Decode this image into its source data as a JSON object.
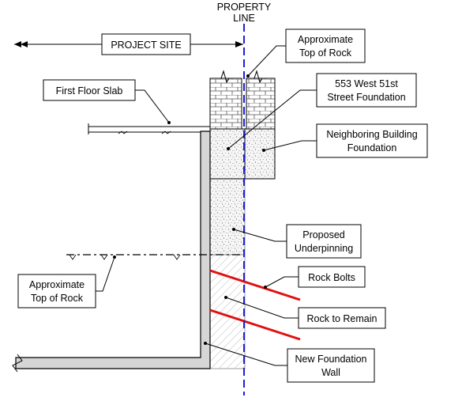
{
  "property_line": {
    "line1": "PROPERTY",
    "line2": "LINE"
  },
  "project_site": "PROJECT SITE",
  "labels": {
    "first_floor_slab": "First Floor Slab",
    "top_of_rock_upper": {
      "line1": "Approximate",
      "line2": "Top of Rock"
    },
    "west_51st_foundation": {
      "line1": "553 West 51st",
      "line2": "Street Foundation"
    },
    "neighboring_foundation": {
      "line1": "Neighboring Building",
      "line2": "Foundation"
    },
    "proposed_underpinning": {
      "line1": "Proposed",
      "line2": "Underpinning"
    },
    "top_of_rock_lower": {
      "line1": "Approximate",
      "line2": "Top of Rock"
    },
    "rock_bolts": "Rock Bolts",
    "rock_to_remain": "Rock to Remain",
    "new_foundation_wall": {
      "line1": "New Foundation",
      "line2": "Wall"
    }
  },
  "colors": {
    "property_line": "#2020d0",
    "rock_bolts": "#e01010",
    "wall_fill": "#d6d6d6",
    "ink": "#000000"
  }
}
